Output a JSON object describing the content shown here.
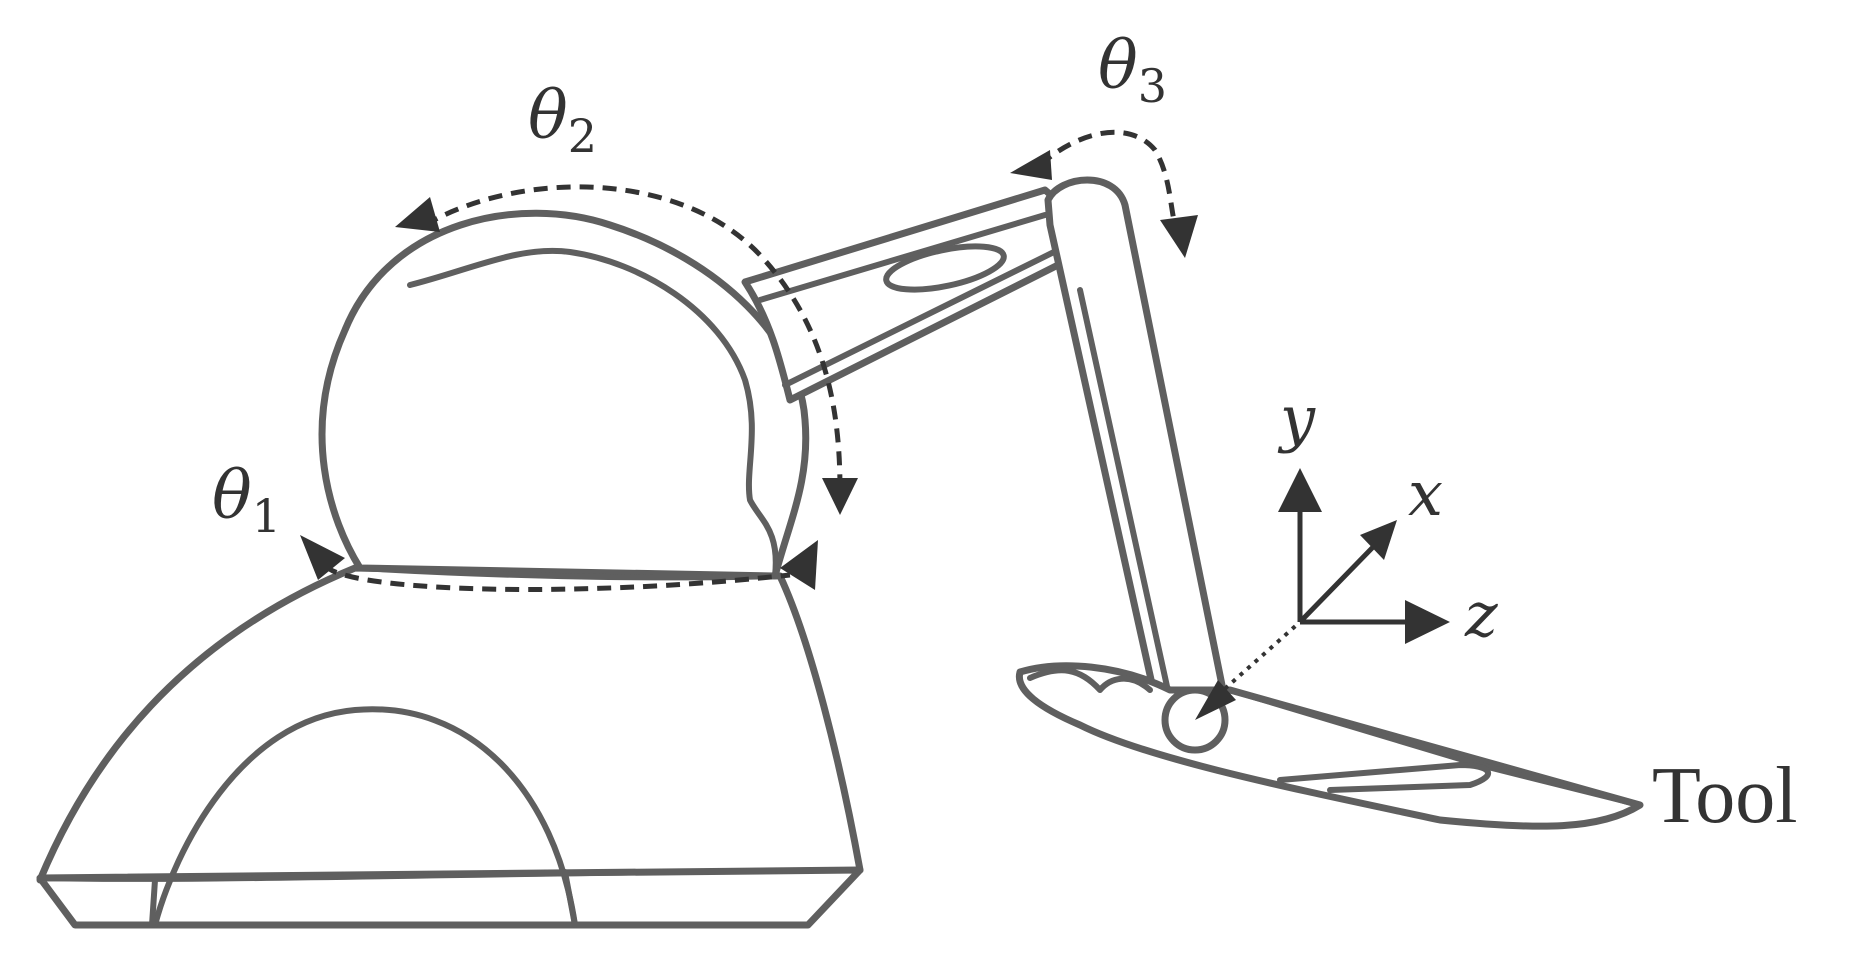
{
  "labels": {
    "theta1": {
      "symbol": "θ",
      "sub": "1"
    },
    "theta2": {
      "symbol": "θ",
      "sub": "2"
    },
    "theta3": {
      "symbol": "θ",
      "sub": "3"
    },
    "axis_x": "x",
    "axis_y": "y",
    "axis_z": "z",
    "tool": "Tool"
  },
  "colors": {
    "outline": "#5f5f5f",
    "annotation": "#333333",
    "background": "#ffffff"
  }
}
